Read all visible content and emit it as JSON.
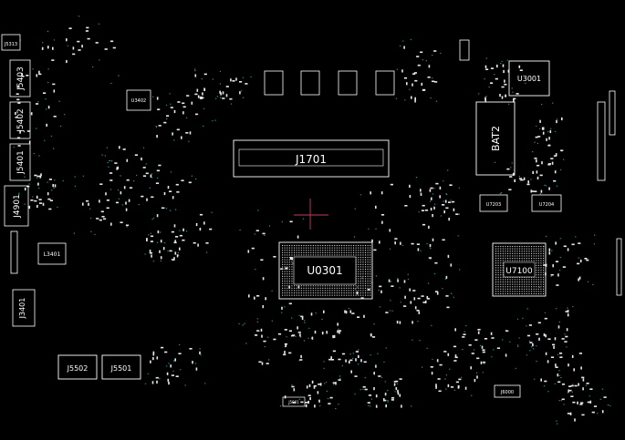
{
  "colors": {
    "background": "#000000",
    "outline": "#ffffff",
    "pad": "#e8e8e8",
    "via": "#1f6f6f",
    "net": "#c33c5a"
  },
  "labels": {
    "j5313": "J5313",
    "j5403": "J5403",
    "j5402": "J5402",
    "j5401": "J5401",
    "j4901": "J4901",
    "j3401": "J3401",
    "l3401": "L3401",
    "u3402": "U3402",
    "j1701": "J1701",
    "u0301": "U0301",
    "u3001": "U3001",
    "bat2": "BAT2",
    "u7100": "U7100",
    "u7203": "U7203",
    "u7204": "U7204",
    "j5502": "J5502",
    "j5501": "J5501",
    "j6000": "J6000",
    "j5001": "J5001"
  }
}
